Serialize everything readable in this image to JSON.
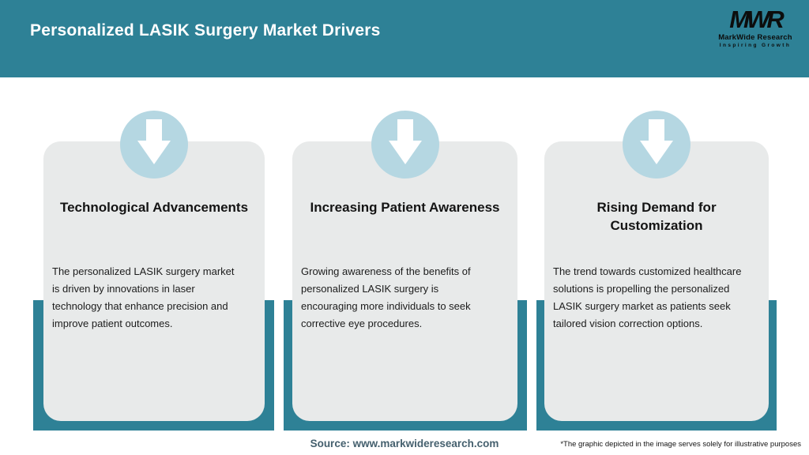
{
  "header": {
    "title": "Personalized LASIK Surgery Market Drivers",
    "logo": {
      "monogram": "MWR",
      "name": "MarkWide Research",
      "tagline": "Inspiring Growth"
    }
  },
  "cards": [
    {
      "title": "Technological Advancements",
      "description": "The personalized LASIK surgery market\nis driven by innovations in laser\ntechnology that enhance precision and\nimprove patient outcomes."
    },
    {
      "title": "Increasing Patient Awareness",
      "description": "Growing awareness of the benefits of\npersonalized LASIK surgery is\nencouraging more individuals to seek\ncorrective eye procedures."
    },
    {
      "title": "Rising Demand for\nCustomization",
      "description": "The trend towards customized healthcare\nsolutions is propelling the personalized\nLASIK surgery market as patients seek\ntailored vision correction options."
    }
  ],
  "footer": {
    "source": "Source: www.markwideresearch.com",
    "disclaimer": "*The graphic depicted in the image serves solely for illustrative purposes"
  },
  "icons": {
    "card_icon": "down-arrow-icon"
  },
  "colors": {
    "header_teal": "#2e8196",
    "frame_teal": "#2e8196",
    "circle_blue": "#b5d7e2",
    "card_gray": "#e8eaea",
    "title_text": "#141414",
    "body_text": "#1c1c1c",
    "source_text": "#45606e",
    "header_title_text": "#ffffff"
  }
}
